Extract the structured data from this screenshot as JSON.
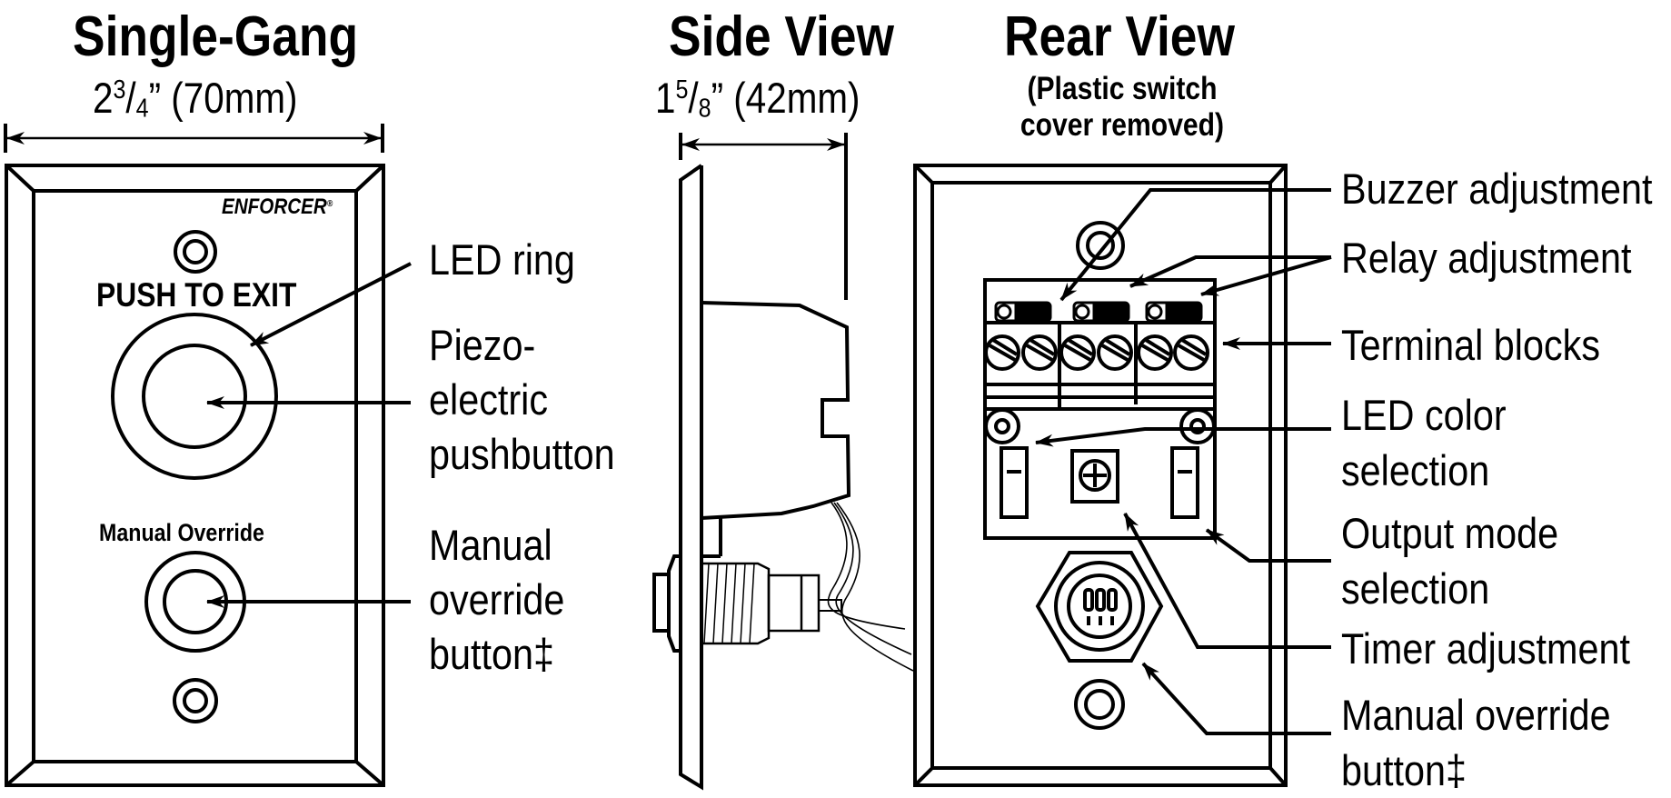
{
  "views": {
    "single_gang": {
      "title": "Single-Gang",
      "dimension": {
        "whole": "2",
        "num": "3",
        "den": "4",
        "rest": "” (70mm)"
      },
      "brand": "ENFORCER",
      "brand_mark": "®",
      "push_text": "PUSH TO EXIT",
      "override_text": "Manual Override",
      "callouts": [
        {
          "lines": [
            "LED ring"
          ]
        },
        {
          "lines": [
            "Piezo-",
            "electric",
            "pushbutton"
          ]
        },
        {
          "lines": [
            "Manual",
            "override",
            "button‡"
          ]
        }
      ]
    },
    "side": {
      "title": "Side View",
      "dimension": {
        "whole": "1",
        "num": "5",
        "den": "8",
        "rest": "” (42mm)"
      }
    },
    "rear": {
      "title": "Rear View",
      "subtitle": [
        "(Plastic switch",
        "cover removed)"
      ],
      "callouts": [
        {
          "lines": [
            "Buzzer adjustment"
          ]
        },
        {
          "lines": [
            "Relay adjustment"
          ]
        },
        {
          "lines": [
            "Terminal blocks"
          ]
        },
        {
          "lines": [
            "LED color",
            "selection"
          ]
        },
        {
          "lines": [
            "Output mode",
            "selection"
          ]
        },
        {
          "lines": [
            "Timer adjustment"
          ]
        },
        {
          "lines": [
            "Manual override",
            "button‡"
          ]
        }
      ]
    }
  }
}
